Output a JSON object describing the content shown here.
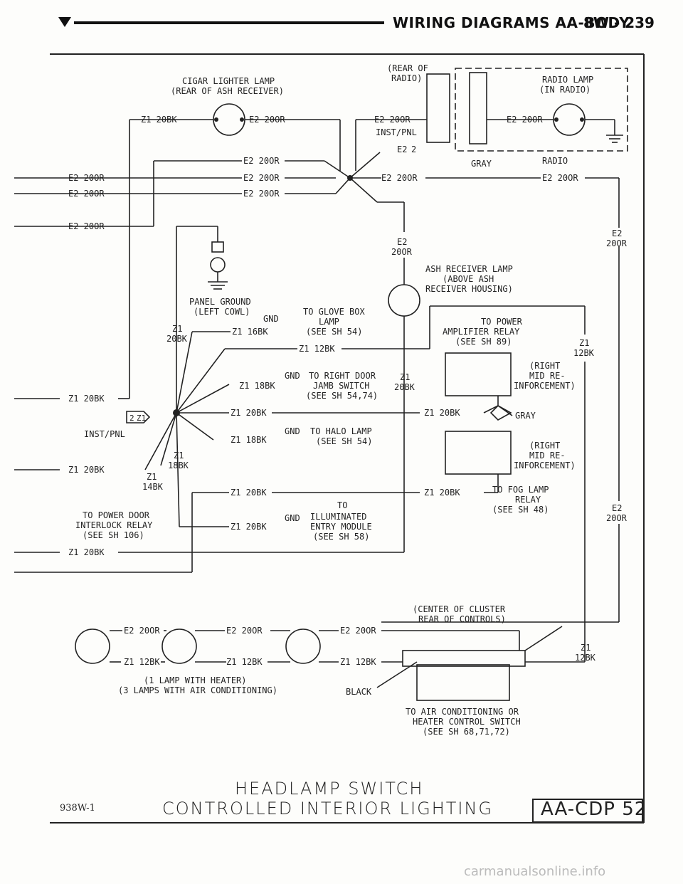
{
  "header": {
    "title": "WIRING DIAGRAMS AA-BODY",
    "page": "8W - 239"
  },
  "labels": {
    "rear_of_radio_1": "(REAR OF",
    "rear_of_radio_2": "RADIO)",
    "cigar_1": "CIGAR LIGHTER LAMP",
    "cigar_2": "(REAR OF ASH RECEIVER)",
    "radio_lamp_1": "RADIO LAMP",
    "radio_lamp_2": "(IN RADIO)",
    "z1_20bk": "Z1 20BK",
    "e2_20or": "E2 20OR",
    "inst_pnl": "INST/PNL",
    "e2": "E2",
    "two": "2",
    "gray": "GRAY",
    "radio": "RADIO",
    "e2_top": "E2",
    "20or": "20OR",
    "ash_1": "ASH RECEIVER LAMP",
    "ash_2": "(ABOVE ASH",
    "ash_3": "RECEIVER HOUSING)",
    "panel_ground_1": "PANEL GROUND",
    "panel_ground_2": "(LEFT COWL)",
    "gnd": "GND",
    "glove_1": "TO GLOVE BOX",
    "glove_2": "LAMP",
    "glove_3": "(SEE SH 54)",
    "z1": "Z1",
    "20bk": "20BK",
    "z1_16bk": "Z1 16BK",
    "z1_12bk": "Z1 12BK",
    "amp_1": "TO POWER",
    "amp_2": "AMPLIFIER RELAY",
    "amp_3": "(SEE SH 89)",
    "12bk": "12BK",
    "right_1": "(RIGHT",
    "right_2": "MID RE-",
    "right_3": "INFORCEMENT)",
    "door_1": "TO RIGHT DOOR",
    "door_2": "JAMB SWITCH",
    "door_3": "(SEE SH 54,74)",
    "z1_18bk": "Z1 18BK",
    "halo_1": "TO HALO LAMP",
    "halo_2": "(SEE SH 54)",
    "18bk": "18BK",
    "14bk": "14BK",
    "fog_1": "TO FOG LAMP",
    "fog_2": "RELAY",
    "fog_3": "(SEE SH 48)",
    "pdi_1": "TO POWER DOOR",
    "pdi_2": "INTERLOCK RELAY",
    "pdi_3": "(SEE SH 106)",
    "illum_1": "TO",
    "illum_2": "ILLUMINATED",
    "illum_3": "ENTRY MODULE",
    "illum_4": "(SEE SH 58)",
    "cluster_1": "(CENTER OF CLUSTER",
    "cluster_2": "REAR OF CONTROLS)",
    "lamps_1": "(1 LAMP WITH HEATER)",
    "lamps_2": "(3 LAMPS WITH AIR CONDITIONING)",
    "black": "BLACK",
    "ac_1": "TO AIR CONDITIONING OR",
    "ac_2": "HEATER CONTROL SWITCH",
    "ac_3": "(SEE SH 68,71,72)",
    "title_1": "HEADLAMP SWITCH",
    "title_2": "CONTROLLED INTERIOR LIGHTING",
    "fig_no": "938W-1",
    "code": "AA-CDP 52",
    "watermark": "carmanualsonline.info"
  }
}
